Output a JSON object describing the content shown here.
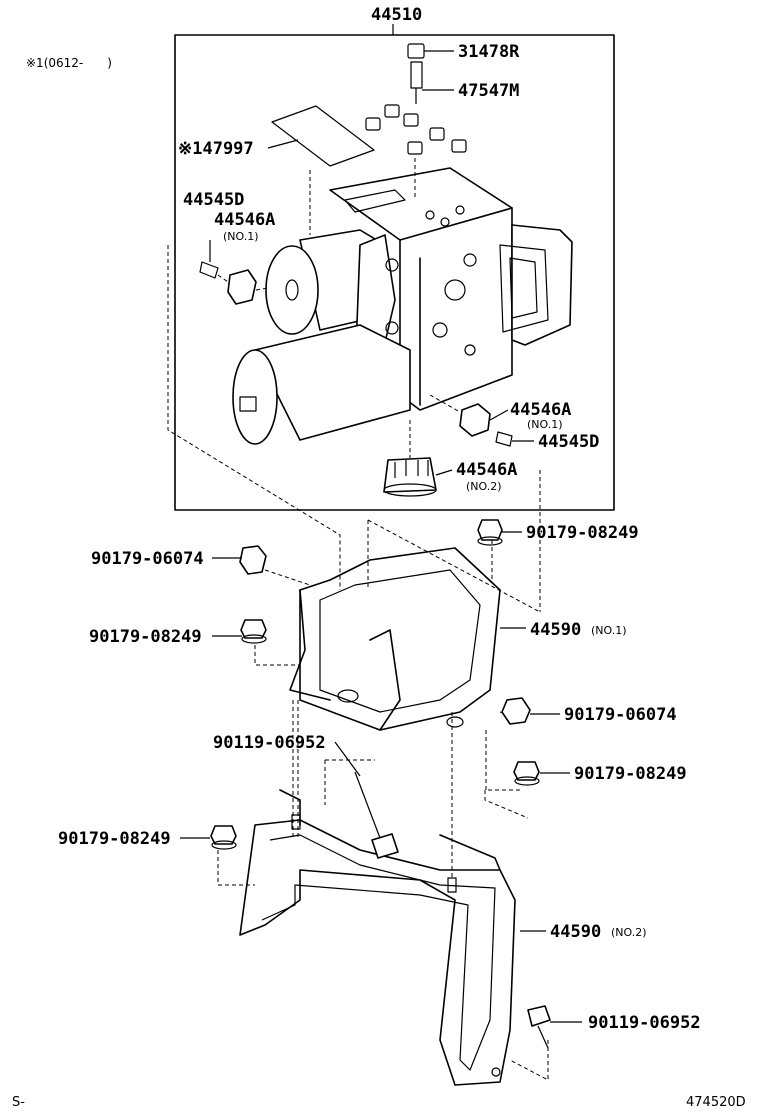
{
  "header": {
    "assembly_part": "44510",
    "validity_note": "※1(0612-　　)"
  },
  "parts": {
    "p31478R": "31478R",
    "p47547M": "47547M",
    "p47997": "※147997",
    "p44545D_a": "44545D",
    "p44546A_a": "44546A",
    "p44546A_a_sub": "(NO.1)",
    "p44546A_b": "44546A",
    "p44546A_b_sub": "(NO.1)",
    "p44545D_b": "44545D",
    "p44546A_c": "44546A",
    "p44546A_c_sub": "(NO.2)",
    "p90179_08249_a": "90179-08249",
    "p90179_06074_a": "90179-06074",
    "p90179_08249_b": "90179-08249",
    "p44590_1": "44590",
    "p44590_1_sub": "(NO.1)",
    "p90179_06074_b": "90179-06074",
    "p90119_06952_a": "90119-06952",
    "p90179_08249_c": "90179-08249",
    "p90179_08249_d": "90179-08249",
    "p44590_2": "44590",
    "p44590_2_sub": "(NO.2)",
    "p90119_06952_b": "90119-06952"
  },
  "footer": {
    "left_code": "S-",
    "drawing_number": "474520D"
  }
}
